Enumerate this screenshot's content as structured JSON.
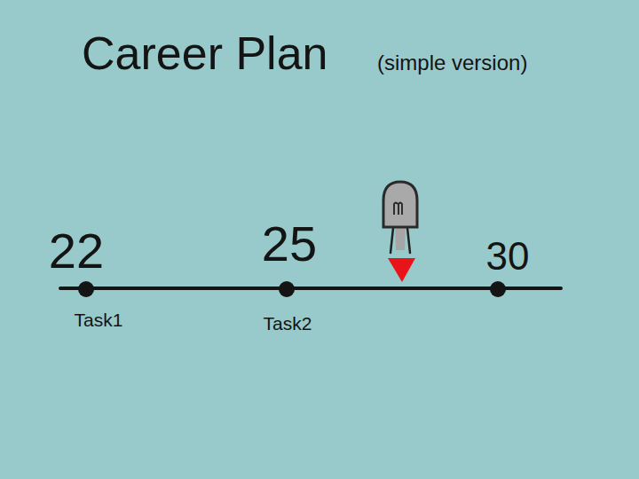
{
  "diagram": {
    "title": "Career Plan",
    "labels": [
      "(simple version)",
      "22",
      "25",
      "30",
      "Task1",
      "Task2"
    ]
  }
}
